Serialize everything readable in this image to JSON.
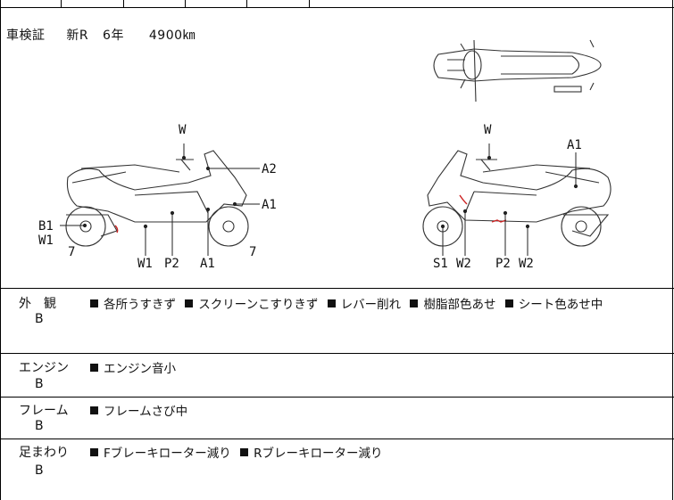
{
  "certificate": {
    "label": "車検証",
    "status": "新R",
    "years": "6年",
    "km": "4900㎞"
  },
  "diagram": {
    "left_labels": [
      "W",
      "A2",
      "A1",
      "B1",
      "W1",
      "7",
      "W1",
      "P2",
      "A1",
      "7"
    ],
    "right_labels": [
      "W",
      "A1",
      "S1",
      "W2",
      "P2",
      "W2"
    ]
  },
  "sections": [
    {
      "category": "外　観",
      "grade": "B",
      "notes": [
        "各所うすきず",
        "スクリーンこすりきず",
        "レバー削れ",
        "樹脂部色あせ",
        "シート色あせ中"
      ]
    },
    {
      "category": "エンジン",
      "grade": "B",
      "notes": [
        "エンジン音小"
      ]
    },
    {
      "category": "フレーム",
      "grade": "B",
      "notes": [
        "フレームさび中"
      ]
    },
    {
      "category": "足まわり",
      "grade": "B",
      "notes": [
        "Fブレーキローター減り",
        "Rブレーキローター減り"
      ]
    }
  ]
}
